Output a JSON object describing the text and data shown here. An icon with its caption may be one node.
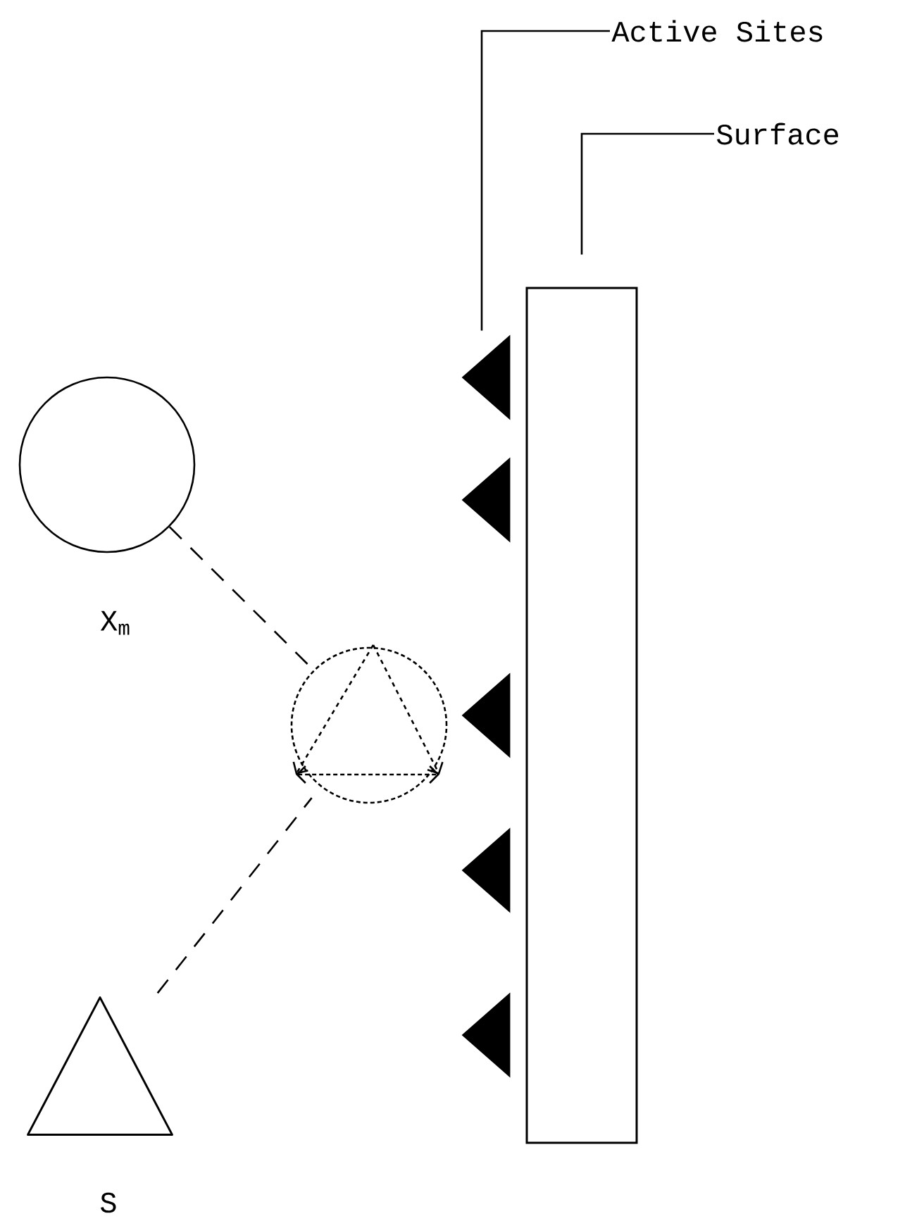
{
  "diagram": {
    "nodes": [
      {
        "text": [
          "Active Sites"
        ]
      },
      {
        "text": [
          "Surface"
        ]
      },
      {
        "text": [],
        "shape": "box"
      },
      {
        "text": [],
        "shape": "triangle"
      },
      {
        "text": [],
        "shape": "triangle"
      },
      {
        "text": [],
        "shape": "triangle"
      },
      {
        "text": [],
        "shape": "triangle"
      },
      {
        "text": [],
        "shape": "triangle"
      },
      {
        "text": [],
        "shape": "circle",
        "beside": [
          "X$_{m}$"
        ]
      },
      {
        "text": [],
        "shape": "circle"
      },
      {
        "text": [],
        "shape": "triangle",
        "beside": [
          "S"
        ]
      }
    ],
    "edges": [
      {
        "from": 0,
        "to": 3,
        "arrow": "none"
      },
      {
        "from": 1,
        "to": 2,
        "arrow": "none"
      },
      {
        "from": 8,
        "to": 9,
        "arrow": "none",
        "style": "dashed"
      },
      {
        "from": 10,
        "to": 9,
        "arrow": "none",
        "style": "dashed"
      }
    ]
  }
}
